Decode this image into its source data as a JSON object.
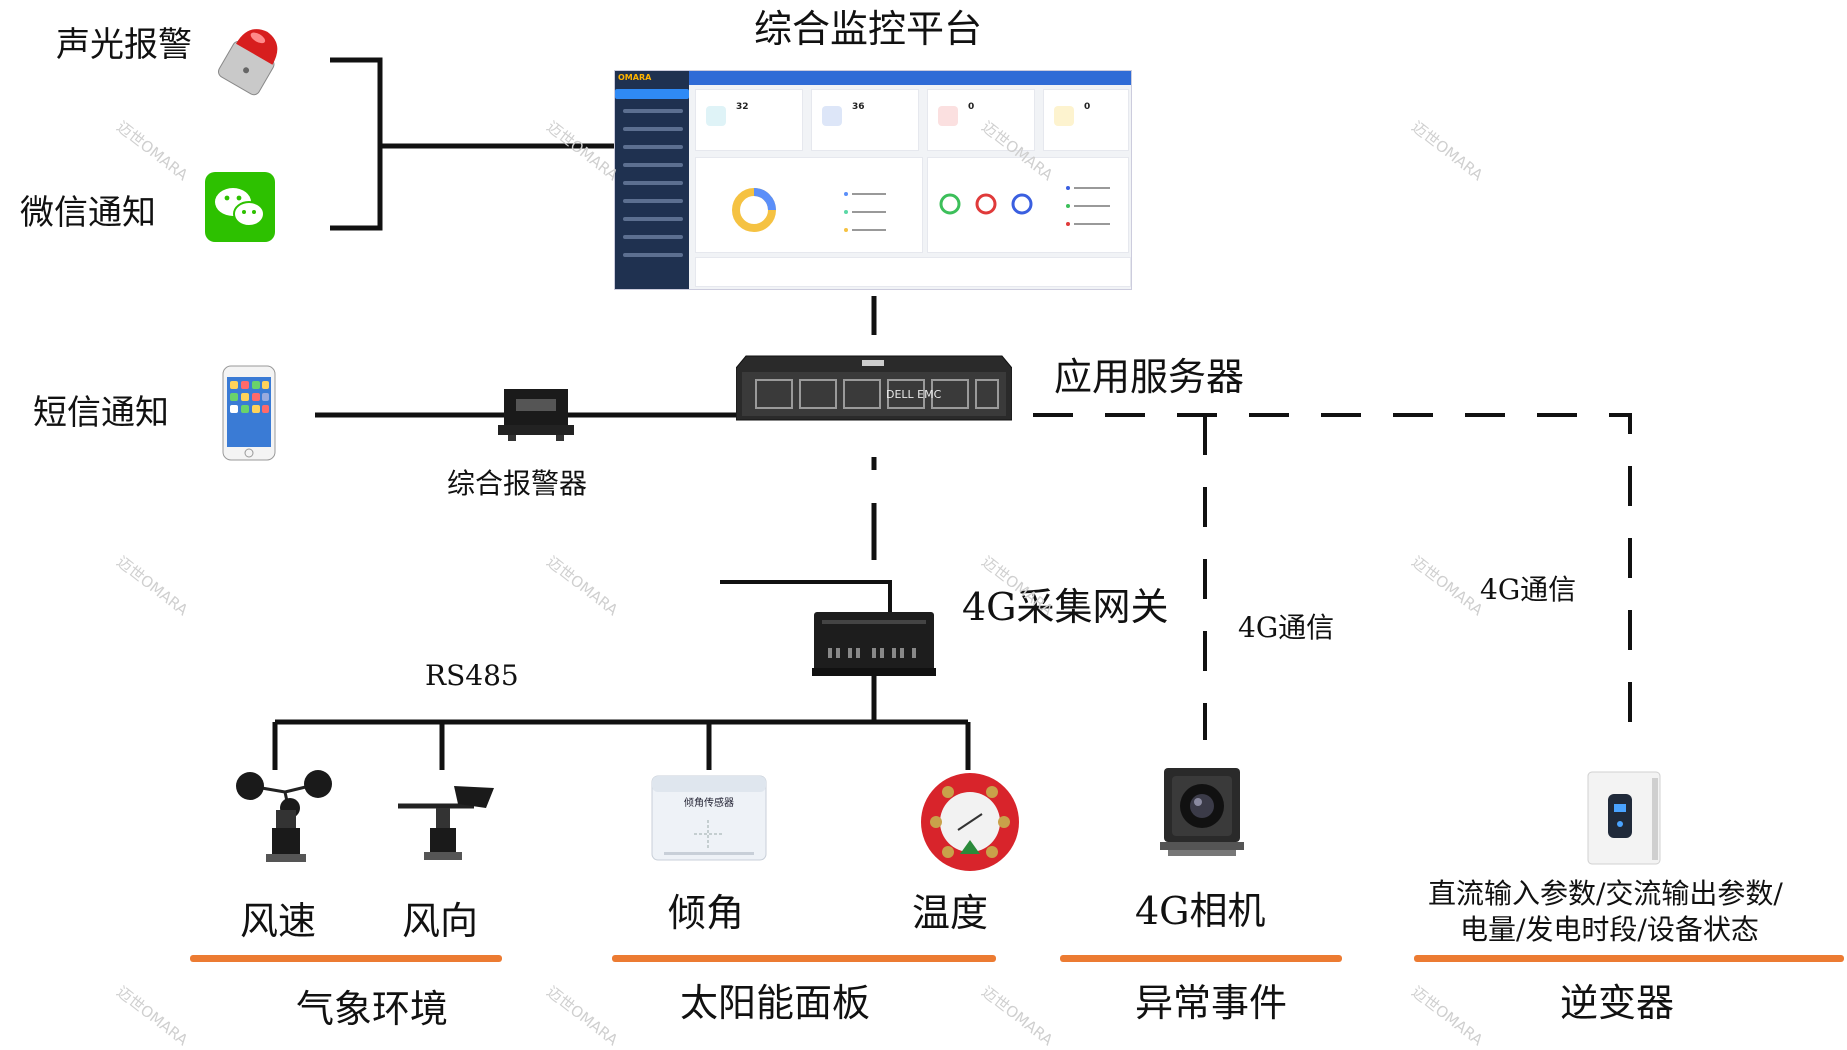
{
  "labels": {
    "platform": "综合监控平台",
    "sound_light_alarm": "声光报警",
    "wechat_notify": "微信通知",
    "sms_notify": "短信通知",
    "integrated_alarm": "综合报警器",
    "app_server": "应用服务器",
    "gateway": "4G采集网关",
    "rs485": "RS485",
    "comm_4g_camera": "4G通信",
    "comm_4g_inverter": "4G通信"
  },
  "sensors": {
    "wind_speed": "风速",
    "wind_direction": "风向",
    "tilt": "倾角",
    "temperature": "温度",
    "camera": "4G相机",
    "inverter_params_1": "直流输入参数/交流输出参数/",
    "inverter_params_2": "电量/发电时段/设备状态"
  },
  "groups": {
    "weather": "气象环境",
    "solar_panel": "太阳能面板",
    "abnormal": "异常事件",
    "inverter": "逆变器"
  },
  "dashboard": {
    "logo": "OMARA",
    "cards": [
      "32",
      "36",
      "0",
      "0"
    ]
  },
  "device_text": {
    "tilt_sensor": "倾角传感器",
    "server_brand": "DELL EMC"
  },
  "watermark": "迈世OMARA",
  "colors": {
    "accent": "#ec7b32",
    "line": "#111111"
  }
}
